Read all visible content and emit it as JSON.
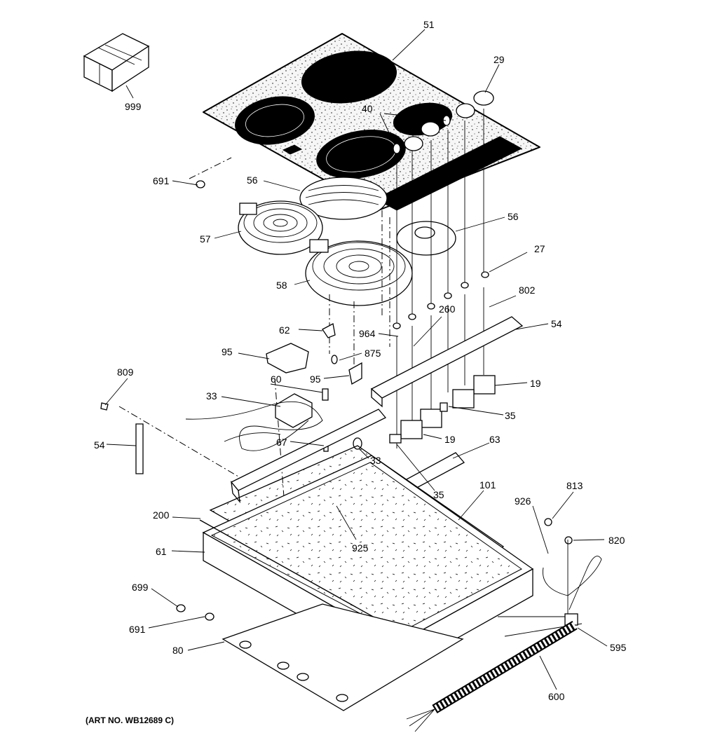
{
  "diagram": {
    "caption": "(ART NO. WB12689 C)",
    "callouts": [
      {
        "id": "c999",
        "text": "999"
      },
      {
        "id": "c51",
        "text": "51"
      },
      {
        "id": "c29",
        "text": "29"
      },
      {
        "id": "c40",
        "text": "40"
      },
      {
        "id": "c691a",
        "text": "691"
      },
      {
        "id": "c56a",
        "text": "56"
      },
      {
        "id": "c57",
        "text": "57"
      },
      {
        "id": "c56b",
        "text": "56"
      },
      {
        "id": "c27",
        "text": "27"
      },
      {
        "id": "c58",
        "text": "58"
      },
      {
        "id": "c802",
        "text": "802"
      },
      {
        "id": "c260",
        "text": "260"
      },
      {
        "id": "c62",
        "text": "62"
      },
      {
        "id": "c964",
        "text": "964"
      },
      {
        "id": "c54a",
        "text": "54"
      },
      {
        "id": "c95a",
        "text": "95"
      },
      {
        "id": "c875",
        "text": "875"
      },
      {
        "id": "c809",
        "text": "809"
      },
      {
        "id": "c95b",
        "text": "95"
      },
      {
        "id": "c60",
        "text": "60"
      },
      {
        "id": "c19a",
        "text": "19"
      },
      {
        "id": "c33a",
        "text": "33"
      },
      {
        "id": "c35a",
        "text": "35"
      },
      {
        "id": "c54b",
        "text": "54"
      },
      {
        "id": "c19b",
        "text": "19"
      },
      {
        "id": "c67",
        "text": "67"
      },
      {
        "id": "c63",
        "text": "63"
      },
      {
        "id": "c33b",
        "text": "33"
      },
      {
        "id": "c101",
        "text": "101"
      },
      {
        "id": "c35b",
        "text": "35"
      },
      {
        "id": "c813",
        "text": "813"
      },
      {
        "id": "c926",
        "text": "926"
      },
      {
        "id": "c200",
        "text": "200"
      },
      {
        "id": "c820",
        "text": "820"
      },
      {
        "id": "c925",
        "text": "925"
      },
      {
        "id": "c61",
        "text": "61"
      },
      {
        "id": "c699",
        "text": "699"
      },
      {
        "id": "c691b",
        "text": "691"
      },
      {
        "id": "c595",
        "text": "595"
      },
      {
        "id": "c80",
        "text": "80"
      },
      {
        "id": "c600",
        "text": "600"
      }
    ]
  }
}
